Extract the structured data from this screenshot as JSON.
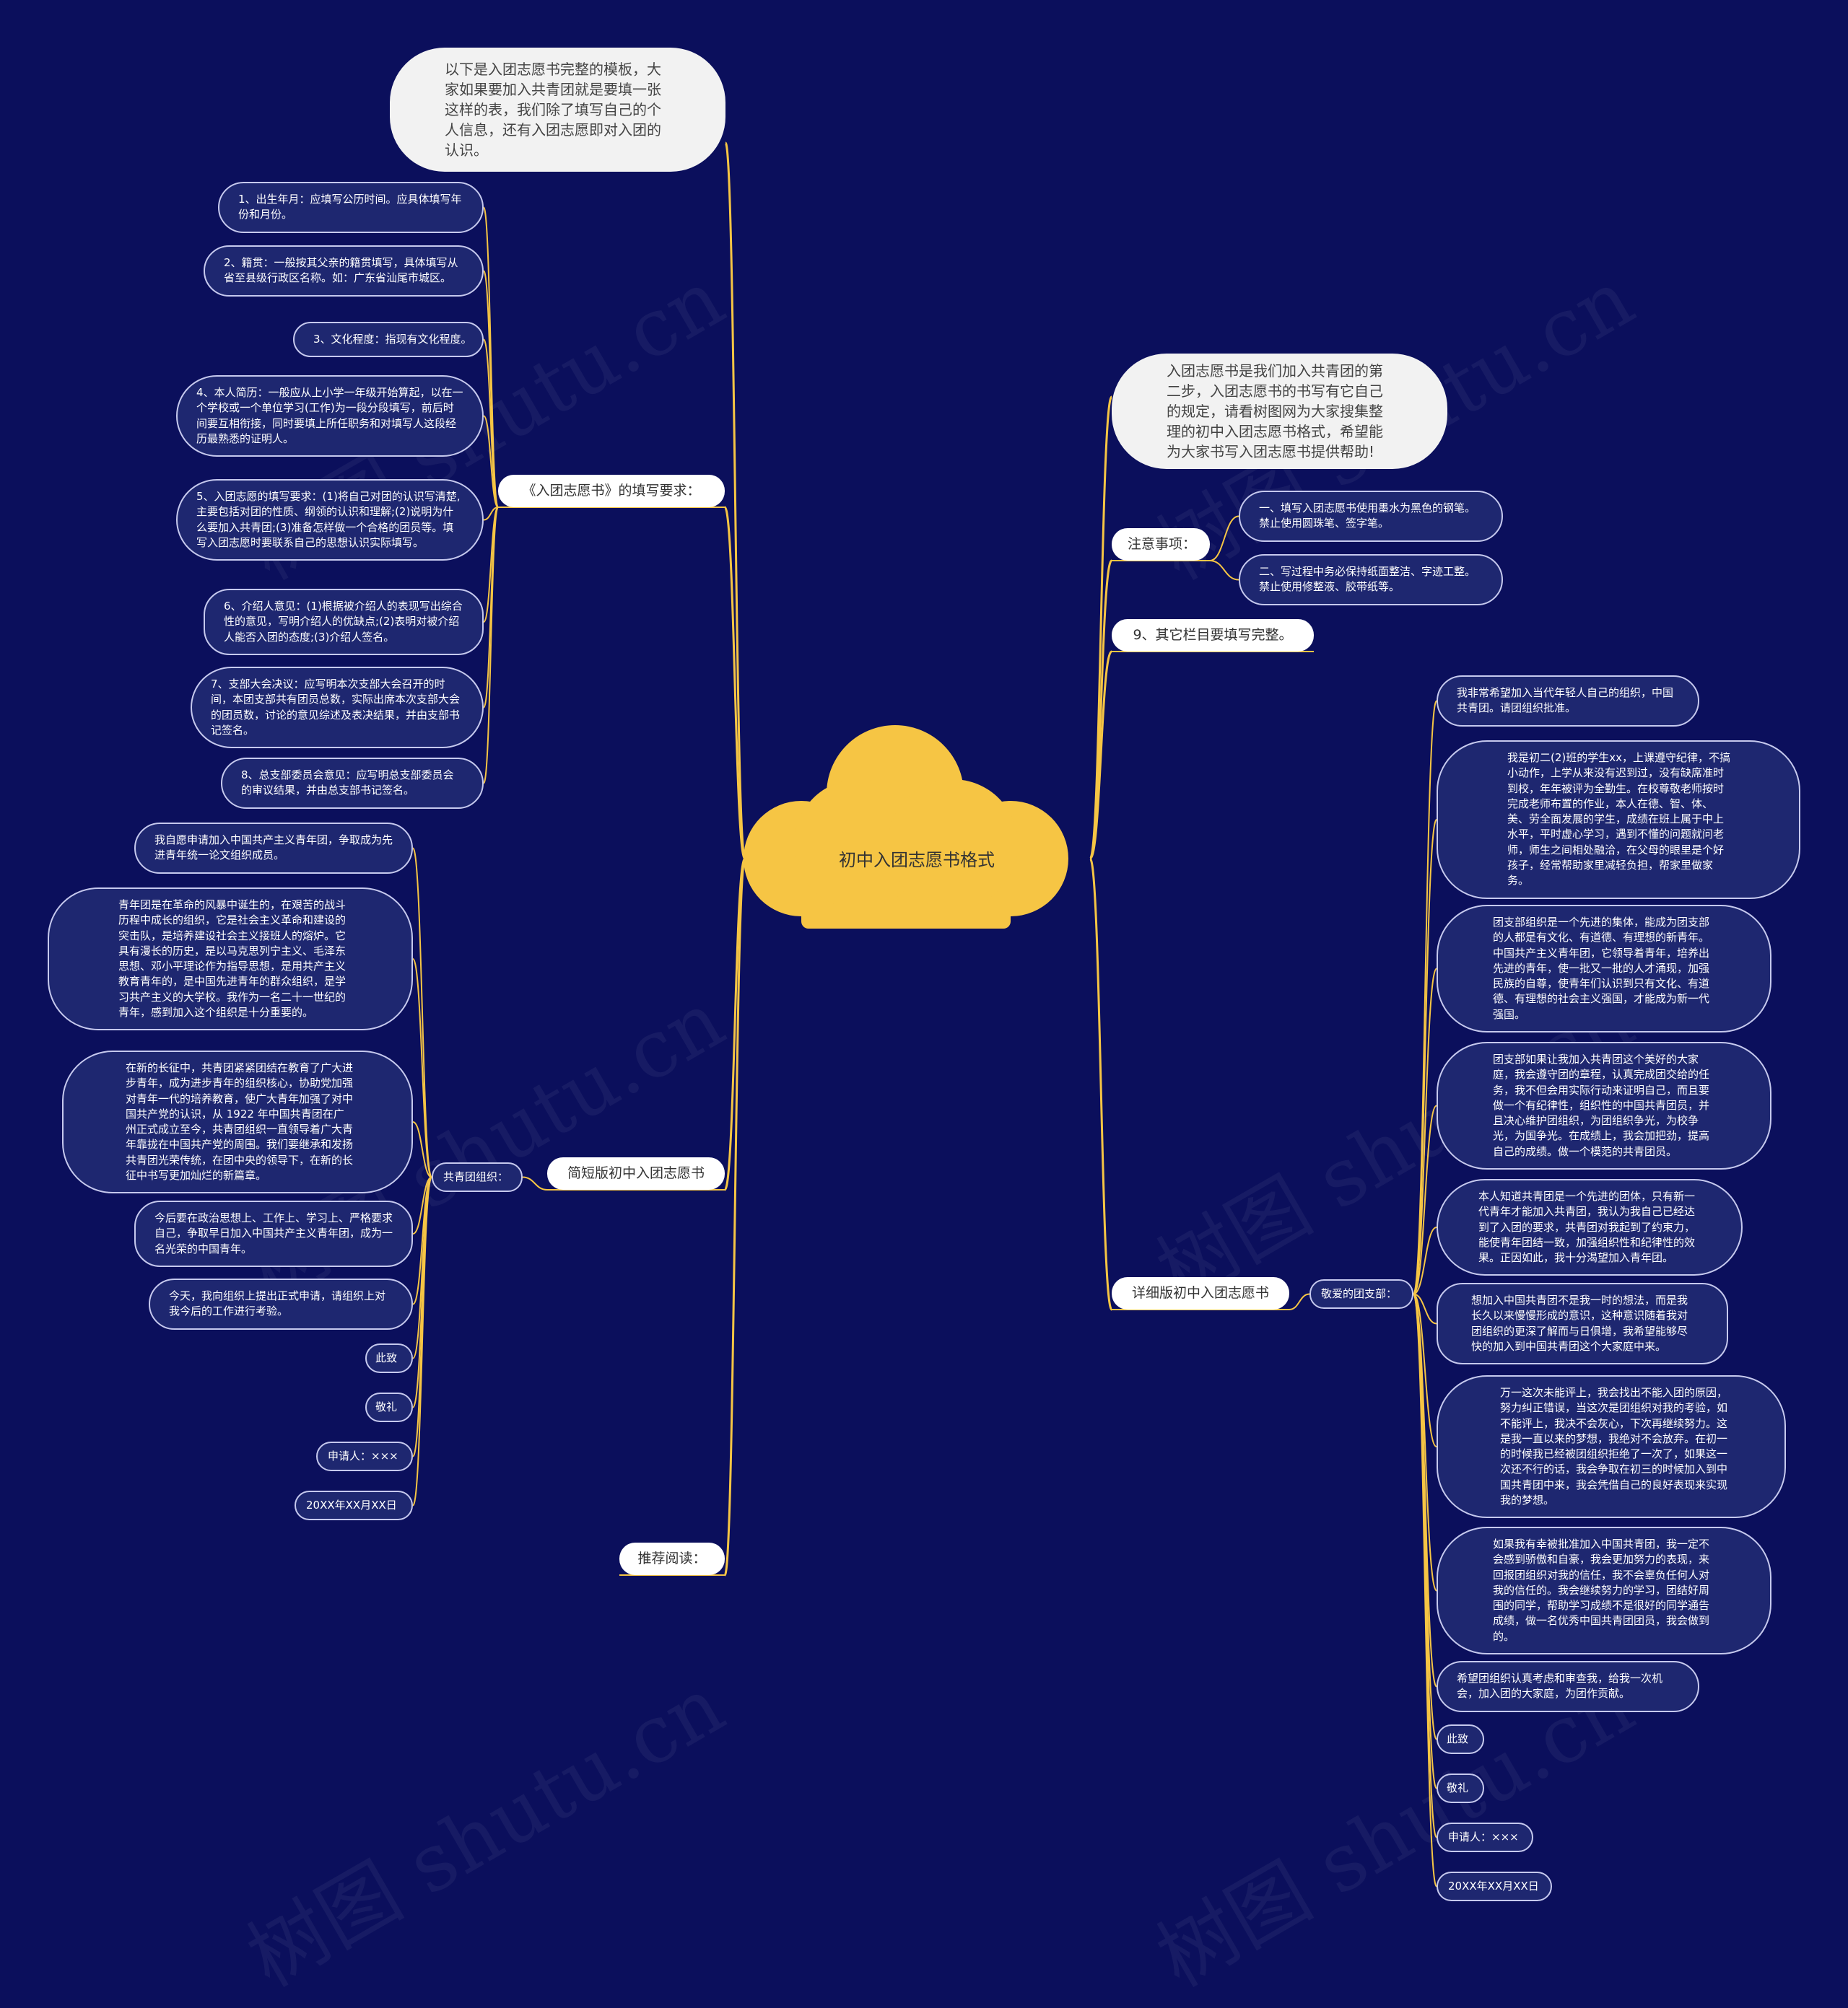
{
  "root": {
    "label": "初中入团志愿书格式"
  },
  "colors": {
    "background": "#0b0f5c",
    "accent": "#f6c544",
    "leaf_fill": "#1e2770",
    "leaf_border": "#c6c9ee"
  },
  "left": {
    "intro": "以下是入团志愿书完整的模板，大家如果要加入共青团就是要填一张这样的表，我们除了填写自己的个人信息，还有入团志愿即对入团的认识。",
    "requirements": {
      "label": "《入团志愿书》的填写要求：",
      "items": [
        "1、出生年月：应填写公历时间。应具体填写年份和月份。",
        "2、籍贯：一般按其父亲的籍贯填写，具体填写从省至县级行政区名称。如：广东省汕尾市城区。",
        "3、文化程度：指现有文化程度。",
        "4、本人简历：一般应从上小学一年级开始算起，以在一个学校或一个单位学习(工作)为一段分段填写，前后时间要互相衔接，同时要填上所任职务和对填写人这段经历最熟悉的证明人。",
        "5、入团志愿的填写要求：(1)将自己对团的认识写清楚,主要包括对团的性质、纲领的认识和理解;(2)说明为什么要加入共青团;(3)准备怎样做一个合格的团员等。填写入团志愿时要联系自己的思想认识实际填写。",
        "6、介绍人意见：(1)根据被介绍人的表现写出综合性的意见，写明介绍人的优缺点;(2)表明对被介绍人能否入团的态度;(3)介绍人签名。",
        "7、支部大会决议：应写明本次支部大会召开的时间，本团支部共有团员总数，实际出席本次支部大会的团员数，讨论的意见综述及表决结果，并由支部书记签名。",
        "8、总支部委员会意见：应写明总支部委员会的审议结果，并由总支部书记签名。"
      ]
    },
    "simple": {
      "label": "简短版初中入团志愿书",
      "sub": "共青团组织：",
      "items": [
        "我自愿申请加入中国共产主义青年团，争取成为先进青年统一论文组织成员。",
        "青年团是在革命的风暴中诞生的，在艰苦的战斗历程中成长的组织，它是社会主义革命和建设的突击队，是培养建设社会主义接班人的熔炉。它具有漫长的历史，是以马克思列宁主义、毛泽东思想、邓小平理论作为指导思想，是用共产主义教育青年的，是中国先进青年的群众组织，是学习共产主义的大学校。我作为一名二十一世纪的青年，感到加入这个组织是十分重要的。",
        "在新的长征中，共青团紧紧团结在教育了广大进步青年，成为进步青年的组织核心，协助党加强对青年一代的培养教育，使广大青年加强了对中国共产党的认识，从 1922 年中国共青团在广州正式成立至今，共青团组织一直领导着广大青年靠拢在中国共产党的周围。我们要继承和发扬共青团光荣传统，在团中央的领导下，在新的长征中书写更加灿烂的新篇章。",
        "今后要在政治思想上、工作上、学习上、严格要求自己，争取早日加入中国共产主义青年团，成为一名光荣的中国青年。",
        "今天，我向组织上提出正式申请，请组织上对我今后的工作进行考验。",
        "此致",
        "敬礼",
        "申请人：×××",
        "20XX年XX月XX日"
      ]
    },
    "reading": {
      "label": "推荐阅读："
    }
  },
  "right": {
    "intro": "入团志愿书是我们加入共青团的第二步，入团志愿书的书写有它自己的规定，请看树图网为大家搜集整理的初中入团志愿书格式，希望能为大家书写入团志愿书提供帮助!",
    "notes": {
      "label": "注意事项：",
      "items": [
        "一、填写入团志愿书使用墨水为黑色的钢笔。禁止使用圆珠笔、签字笔。",
        "二、写过程中务必保持纸面整洁、字迹工整。禁止使用修整液、胶带纸等。"
      ]
    },
    "other": {
      "label": "9、其它栏目要填写完整。"
    },
    "detailed": {
      "label": "详细版初中入团志愿书",
      "sub": "敬爱的团支部：",
      "items": [
        "我非常希望加入当代年轻人自己的组织，中国共青团。请团组织批准。",
        "我是初二(2)班的学生xx，上课遵守纪律，不搞小动作，上学从来没有迟到过，没有缺席准时到校，年年被评为全勤生。在校尊敬老师按时完成老师布置的作业，本人在德、智、体、美、劳全面发展的学生，成绩在班上属于中上水平，平时虚心学习，遇到不懂的问题就问老师，师生之间相处融洽，在父母的眼里是个好孩子，经常帮助家里减轻负担，帮家里做家务。",
        "团支部组织是一个先进的集体，能成为团支部的人都是有文化、有道德、有理想的新青年。中国共产主义青年团，它领导着青年，培养出先进的青年，使一批又一批的人才涌现，加强民族的自尊，使青年们认识到只有文化、有道德、有理想的社会主义强国，才能成为新一代强国。",
        "团支部如果让我加入共青团这个美好的大家庭，我会遵守团的章程，认真完成团交给的任务，我不但会用实际行动来证明自己，而且要做一个有纪律性，组织性的中国共青团员，并且决心维护团组织，为团组织争光，为校争光，为国争光。在成绩上，我会加把劲，提高自己的成绩。做一个模范的共青团员。",
        "本人知道共青团是一个先进的团体，只有新一代青年才能加入共青团，我认为我自己已经达到了入团的要求，共青团对我起到了约束力，能使青年团结一致，加强组织性和纪律性的效果。正因如此，我十分渴望加入青年团。",
        "想加入中国共青团不是我一时的想法，而是我长久以来慢慢形成的意识，这种意识随着我对团组织的更深了解而与日俱增，我希望能够尽快的加入到中国共青团这个大家庭中来。",
        "万一这次未能评上，我会找出不能入团的原因，努力纠正错误，当这次是团组织对我的考验，如不能评上，我决不会灰心，下次再继续努力。这是我一直以来的梦想，我绝对不会放弃。在初一的时候我已经被团组织拒绝了一次了，如果这一次还不行的话，我会争取在初三的时候加入到中国共青团中来，我会凭借自己的良好表现来实现我的梦想。",
        "如果我有幸被批准加入中国共青团，我一定不会感到骄傲和自豪，我会更加努力的表现，来回报团组织对我的信任，我不会辜负任何人对我的信任的。我会继续努力的学习，团结好周围的同学，帮助学习成绩不是很好的同学通告成绩，做一名优秀中国共青团团员，我会做到的。",
        "希望团组织认真考虑和审查我，给我一次机会，加入团的大家庭，为团作贡献。",
        "此致",
        "敬礼",
        "申请人：×××",
        "20XX年XX月XX日"
      ]
    }
  },
  "watermark": "树图 shutu.cn"
}
